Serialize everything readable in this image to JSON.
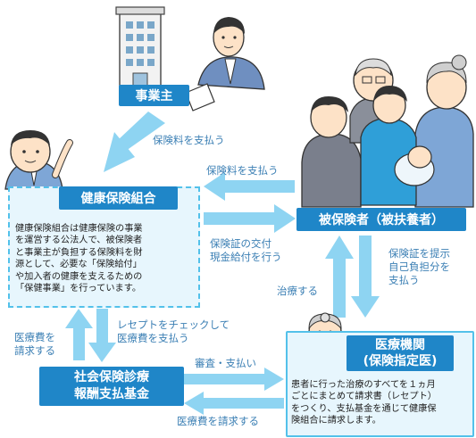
{
  "nodes": {
    "employer": "事業主",
    "association": "健康保険組合",
    "insured": "被保険者（被扶養者）",
    "fund_line1": "社会保険診療",
    "fund_line2": "報酬支払基金",
    "medical_line1": "医療機関",
    "medical_line2": "(保険指定医)"
  },
  "arrows": {
    "employer_pays": "保険料を支払う",
    "insured_pays": "保険料を支払う",
    "issue_line1": "保険証の交付",
    "issue_line2": "現金給付を行う",
    "present_line1": "保険証を提示",
    "present_line2": "自己負担分を",
    "present_line3": "支払う",
    "treat": "治療する",
    "check_line1": "レセプトをチェックして",
    "check_line2": "医療費を支払う",
    "claim_up_line1": "医療費を",
    "claim_up_line2": "請求する",
    "review": "審査・支払い",
    "claim_bottom": "医療費を請求する"
  },
  "descriptions": {
    "association": [
      "健康保険組合は健康保険の事業",
      "を運営する公法人で、被保険者",
      "と事業主が負担する保険料を財",
      "源として、必要な「保険給付」",
      "や加入者の健康を支えるための",
      "「保健事業」を行っています。"
    ],
    "medical": [
      "患者に行った治療のすべてを１ヵ月",
      "ごとにまとめて請求書（レセプト）",
      "をつくり、支払基金を通じて健康保",
      "険組合に請求します。"
    ]
  },
  "colors": {
    "node_blue": "#1f86c8",
    "arrow_blue": "#8ed4f2",
    "panel_fill": "#e7f6fd",
    "panel_border": "#53c1ea",
    "label_text": "#3b7fb4"
  }
}
